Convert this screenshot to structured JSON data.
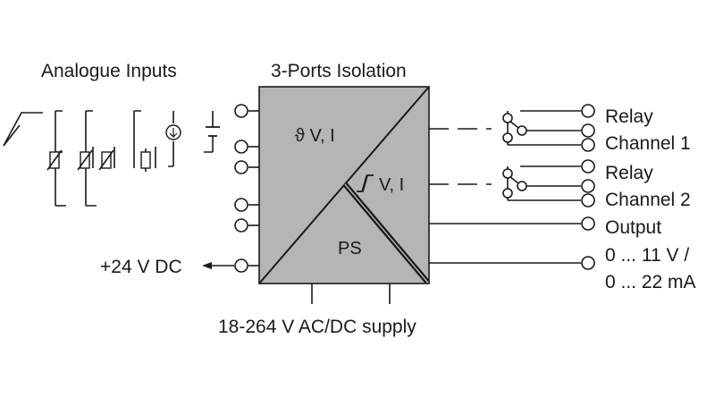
{
  "labels": {
    "analogue_inputs": "Analogue Inputs",
    "isolation": "3-Ports Isolation",
    "block_input": "ϑ V, I",
    "block_output": "V, I",
    "block_ps": "PS",
    "relay1_line1": "Relay",
    "relay1_line2": "Channel 1",
    "relay2_line1": "Relay",
    "relay2_line2": "Channel 2",
    "output_line1": "Output",
    "output_line2": "0 ... 11 V /",
    "output_line3": "0 ... 22 mA",
    "dc_out": "+24 V DC",
    "supply": "18-264 V AC/DC supply"
  },
  "colors": {
    "block_fill": "#b5b5b5",
    "line": "#1a1a1a",
    "background": "#ffffff"
  }
}
